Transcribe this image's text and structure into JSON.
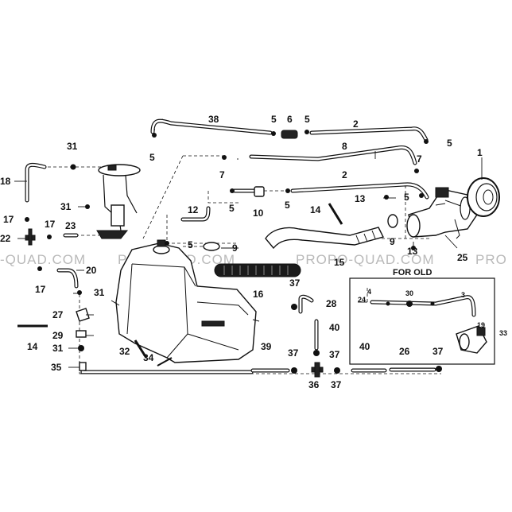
{
  "watermark": {
    "left": "-QUAD.COM",
    "center": "PRO-QUAD.COM",
    "right": "PROPO-QUAD.COM",
    "edge": "PRO"
  },
  "inset": {
    "title": "FOR OLD"
  },
  "callouts": {
    "c1": "1",
    "c2a": "2",
    "c2b": "2",
    "c3": "3",
    "c4": "4",
    "c5a": "5",
    "c5b": "5",
    "c5c": "5",
    "c5d": "5",
    "c5e": "5",
    "c5f": "5",
    "c5g": "5",
    "c5h": "5",
    "c6": "6",
    "c7a": "7",
    "c7b": "7",
    "c8": "8",
    "c9a": "9",
    "c9b": "9",
    "c10": "10",
    "c12": "12",
    "c13a": "13",
    "c13b": "13",
    "c14a": "14",
    "c14b": "14",
    "c15": "15",
    "c16": "16",
    "c17a": "17",
    "c17b": "17",
    "c17c": "17",
    "c18": "18",
    "c19": "19",
    "c20": "20",
    "c22": "22",
    "c23": "23",
    "c24": "24",
    "c25": "25",
    "c26": "26",
    "c27": "27",
    "c28": "28",
    "c29": "29",
    "c30": "30",
    "c31a": "31",
    "c31b": "31",
    "c31c": "31",
    "c31d": "31",
    "c32": "32",
    "c33": "33",
    "c34": "34",
    "c35": "35",
    "c36": "36",
    "c37a": "37",
    "c37b": "37",
    "c37c": "37",
    "c37d": "37",
    "c37e": "37",
    "c38": "38",
    "c39": "39",
    "c40a": "40",
    "c40b": "40"
  }
}
